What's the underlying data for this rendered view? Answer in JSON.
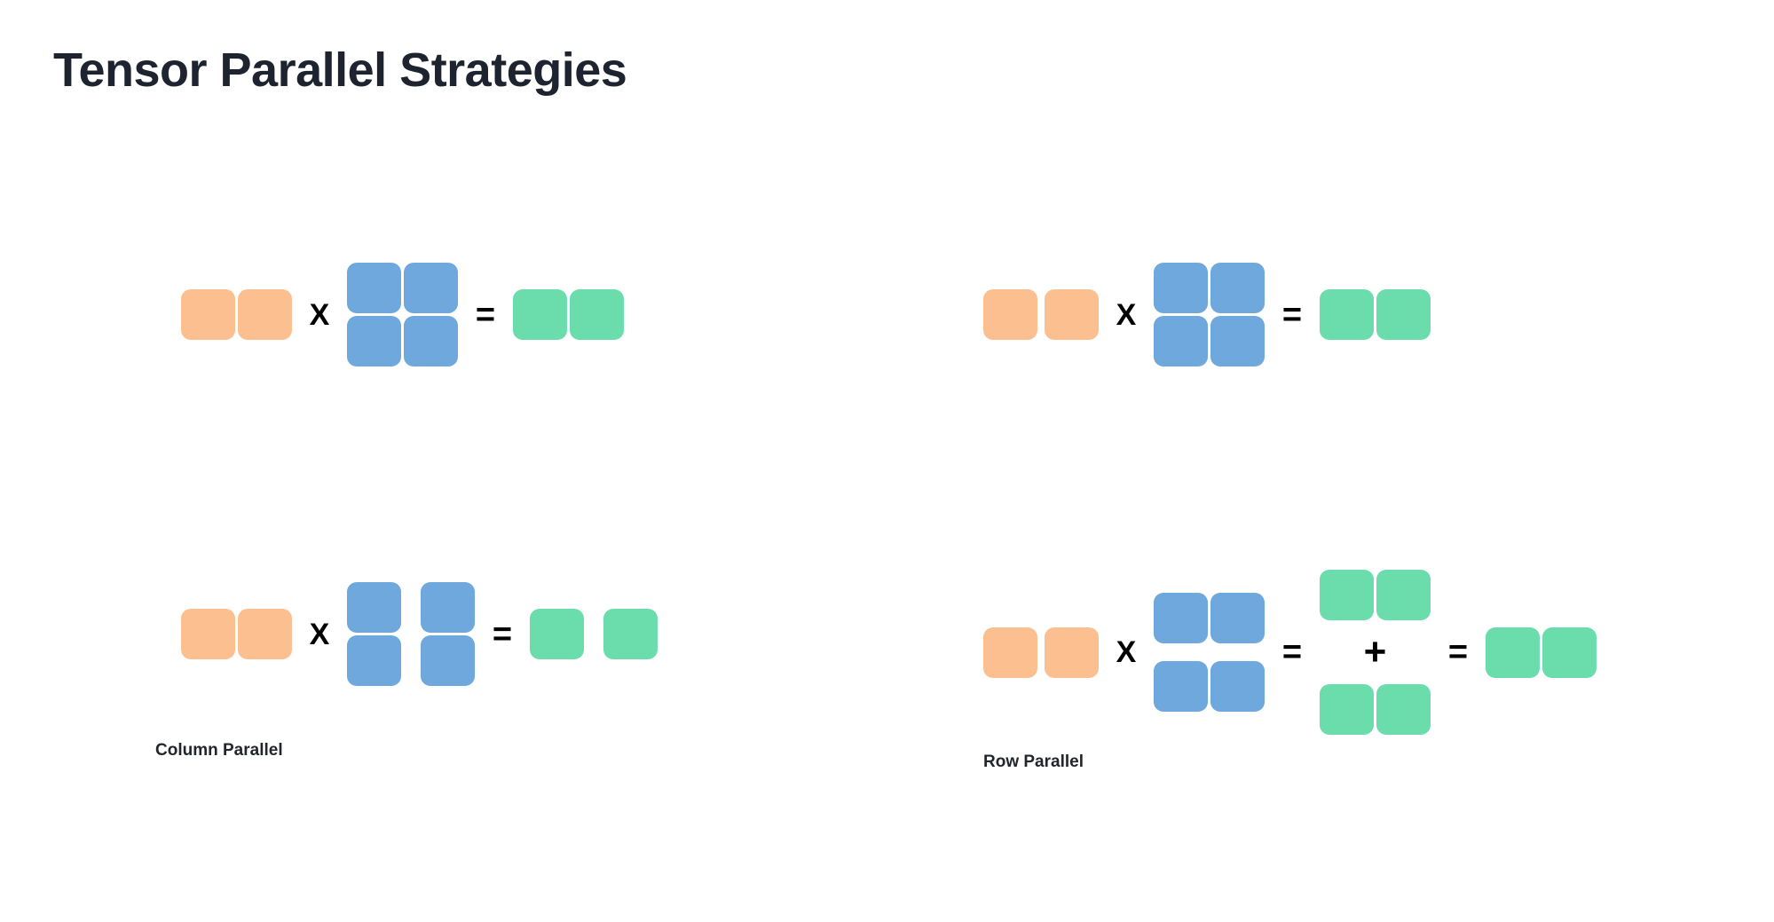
{
  "page": {
    "title": "Tensor Parallel Strategies",
    "background": "#ffffff"
  },
  "colors": {
    "input_orange": "#fbbf90",
    "weight_blue": "#6ea8dc",
    "output_green": "#6bdcab",
    "title_text": "#1d2430",
    "label_text": "#22262c",
    "operator": "#000000"
  },
  "operators": {
    "multiply": "X",
    "equals": "=",
    "plus": "+"
  },
  "panels": [
    {
      "id": "column-parallel",
      "label": "Column Parallel",
      "equations": [
        {
          "id": "cp-full",
          "description": "unsharded matmul",
          "terms": [
            {
              "kind": "matrix",
              "name": "input-activations",
              "color": "input_orange",
              "rows": 1,
              "cols": 2,
              "split": "none"
            },
            {
              "kind": "operator",
              "symbol": "X"
            },
            {
              "kind": "matrix",
              "name": "weight-matrix",
              "color": "weight_blue",
              "rows": 2,
              "cols": 2,
              "split": "none"
            },
            {
              "kind": "operator",
              "symbol": "="
            },
            {
              "kind": "matrix",
              "name": "output-activations",
              "color": "output_green",
              "rows": 1,
              "cols": 2,
              "split": "none"
            }
          ]
        },
        {
          "id": "cp-split",
          "description": "weights sharded along columns, output sharded along columns",
          "terms": [
            {
              "kind": "matrix",
              "name": "input-activations",
              "color": "input_orange",
              "rows": 1,
              "cols": 2,
              "split": "none"
            },
            {
              "kind": "operator",
              "symbol": "X"
            },
            {
              "kind": "matrix",
              "name": "weight-matrix-column-sharded",
              "color": "weight_blue",
              "rows": 2,
              "cols": 2,
              "split": "columns"
            },
            {
              "kind": "operator",
              "symbol": "="
            },
            {
              "kind": "matrix",
              "name": "output-activations-column-sharded",
              "color": "output_green",
              "rows": 1,
              "cols": 2,
              "split": "columns"
            }
          ]
        }
      ]
    },
    {
      "id": "row-parallel",
      "label": "Row Parallel",
      "equations": [
        {
          "id": "rp-full",
          "description": "unsharded matmul",
          "terms": [
            {
              "kind": "matrix",
              "name": "input-activations",
              "color": "input_orange",
              "rows": 1,
              "cols": 2,
              "split": "none"
            },
            {
              "kind": "operator",
              "symbol": "X"
            },
            {
              "kind": "matrix",
              "name": "weight-matrix",
              "color": "weight_blue",
              "rows": 2,
              "cols": 2,
              "split": "none"
            },
            {
              "kind": "operator",
              "symbol": "="
            },
            {
              "kind": "matrix",
              "name": "output-activations",
              "color": "output_green",
              "rows": 1,
              "cols": 2,
              "split": "none"
            }
          ]
        },
        {
          "id": "rp-split",
          "description": "weights sharded along rows, partial outputs summed via all-reduce",
          "terms": [
            {
              "kind": "matrix",
              "name": "input-activations",
              "color": "input_orange",
              "rows": 1,
              "cols": 2,
              "split": "none"
            },
            {
              "kind": "operator",
              "symbol": "X"
            },
            {
              "kind": "matrix",
              "name": "weight-matrix-row-sharded",
              "color": "weight_blue",
              "rows": 2,
              "cols": 2,
              "split": "rows"
            },
            {
              "kind": "operator",
              "symbol": "="
            },
            {
              "kind": "partial-sum",
              "name": "partial-output-sum",
              "color": "output_green",
              "parts": [
                {
                  "name": "partial-output-shard-0",
                  "rows": 1,
                  "cols": 2
                },
                {
                  "name": "partial-output-shard-1",
                  "rows": 1,
                  "cols": 2
                }
              ],
              "operator": "+"
            },
            {
              "kind": "operator",
              "symbol": "="
            },
            {
              "kind": "matrix",
              "name": "output-activations-reduced",
              "color": "output_green",
              "rows": 1,
              "cols": 2,
              "split": "none"
            }
          ]
        }
      ]
    }
  ]
}
